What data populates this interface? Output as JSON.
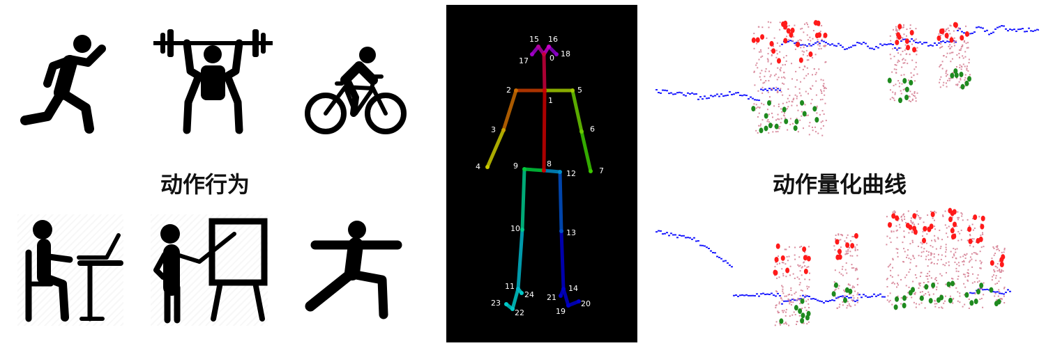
{
  "left": {
    "caption": "动作行为",
    "icons": [
      "running-icon",
      "weightlifting-icon",
      "cycling-icon",
      "desk-computer-icon",
      "presentation-board-icon",
      "lunge-stretch-icon"
    ]
  },
  "skeleton": {
    "keypoints": [
      "0",
      "1",
      "2",
      "3",
      "4",
      "5",
      "6",
      "7",
      "8",
      "9",
      "10",
      "11",
      "12",
      "13",
      "14",
      "15",
      "16",
      "17",
      "18",
      "19",
      "20",
      "21",
      "22",
      "23",
      "24"
    ]
  },
  "right": {
    "caption": "动作量化曲线",
    "point_colors": {
      "trend": "#1a1aff",
      "scatter": "#d98c9e",
      "peak": "#ff1a1a",
      "valley": "#1f8a1f"
    }
  }
}
